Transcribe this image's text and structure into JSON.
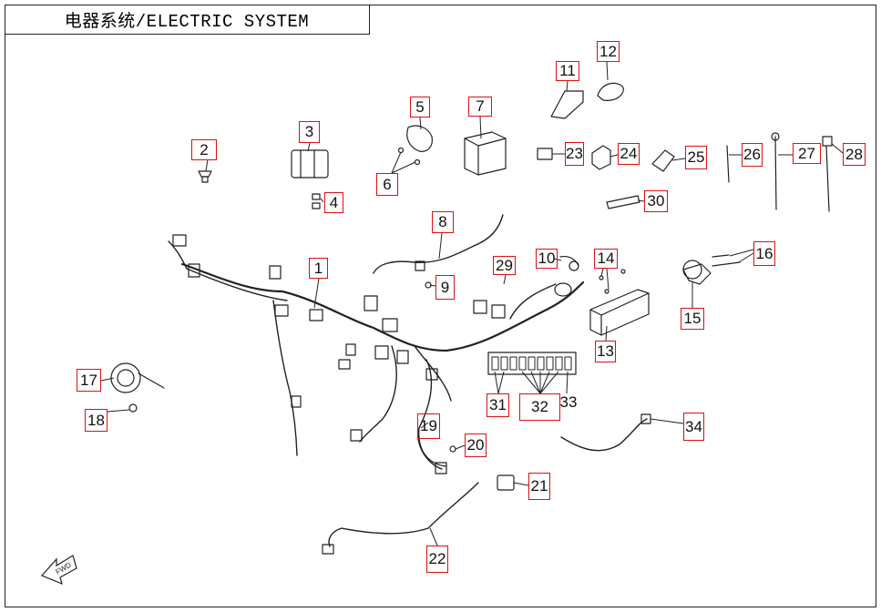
{
  "title": "电器系统/ELECTRIC SYSTEM",
  "part_numbers": [
    "1",
    "2",
    "3",
    "4",
    "5",
    "6",
    "7",
    "8",
    "9",
    "10",
    "11",
    "12",
    "13",
    "14",
    "15",
    "16",
    "17",
    "18",
    "19",
    "20",
    "21",
    "22",
    "23",
    "24",
    "25",
    "26",
    "27",
    "28",
    "29",
    "30",
    "31",
    "32",
    "33",
    "34"
  ],
  "orientation_mark": "FWD"
}
